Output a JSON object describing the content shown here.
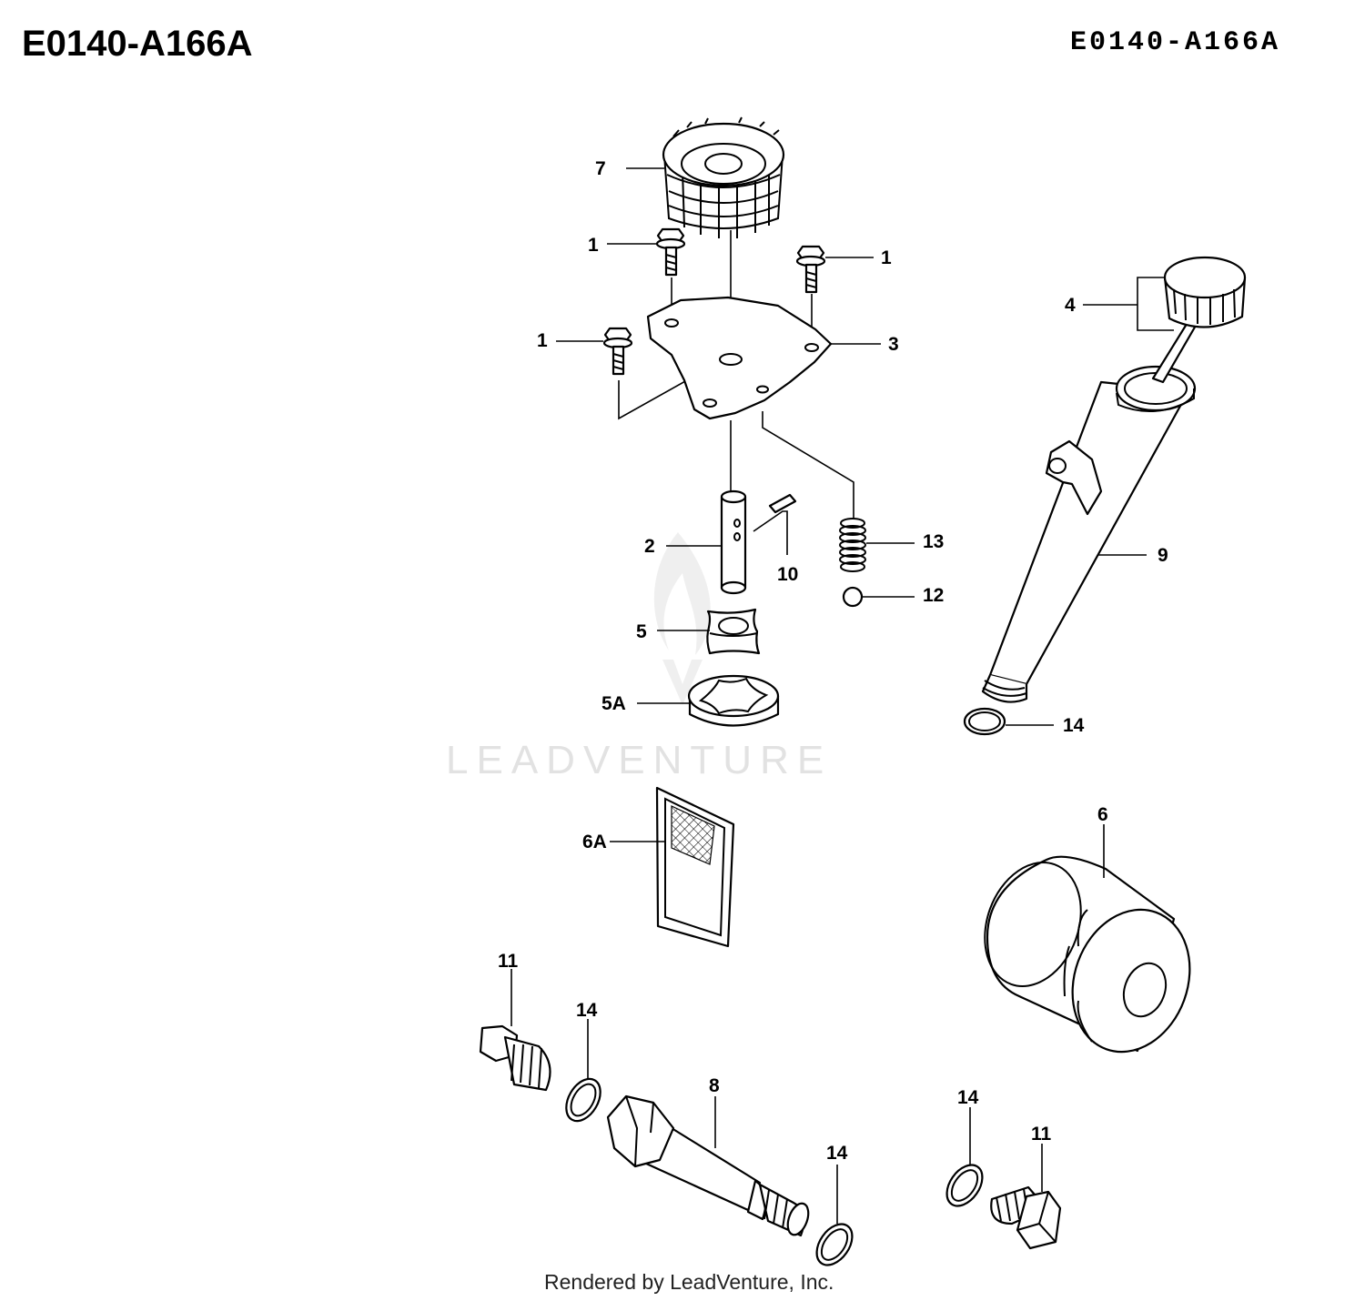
{
  "header": {
    "code_left": "E0140-A166A",
    "code_right": "E0140-A166A"
  },
  "watermark": "LEADVENTURE",
  "footer": "Rendered by LeadVenture, Inc.",
  "callouts": {
    "gear": "7",
    "bolt_top_left": "1",
    "bolt_top_right": "1",
    "bolt_left": "1",
    "plate": "3",
    "shaft": "2",
    "pin": "10",
    "spring": "13",
    "ball": "12",
    "inner_rotor": "5",
    "outer_rotor": "5A",
    "strainer": "6A",
    "dipstick_cap": "4",
    "filler_tube": "9",
    "oring_tube": "14",
    "oil_filter": "6",
    "drain_plug_left": "11",
    "oring_left": "14",
    "filter_pipe": "8",
    "oring_pipe": "14",
    "oring_right": "14",
    "drain_plug_right": "11"
  }
}
